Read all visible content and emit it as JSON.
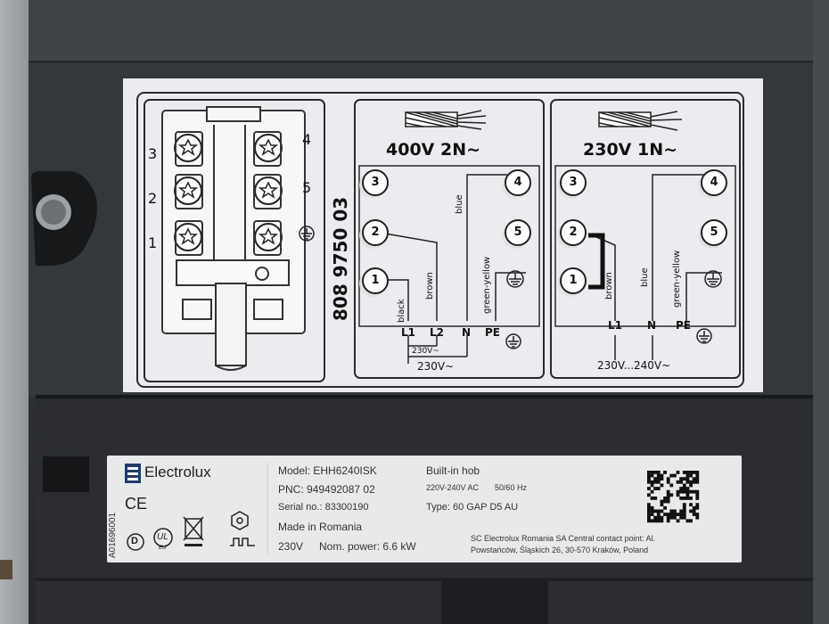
{
  "diagram": {
    "terminal_block": {
      "left_numbers": [
        "3",
        "2",
        "1"
      ],
      "right_numbers": [
        "4",
        "5"
      ]
    },
    "code": "808 9750 03",
    "panel_400v": {
      "title": "400V 2N~",
      "terminals": [
        "3",
        "4",
        "2",
        "5",
        "1"
      ],
      "wires": [
        "black",
        "brown",
        "blue",
        "green-yellow"
      ],
      "lines": [
        "L1",
        "L2",
        "N",
        "PE"
      ],
      "voltage_small": "230V~",
      "voltage": "230V~"
    },
    "panel_230v": {
      "title": "230V 1N~",
      "terminals": [
        "3",
        "4",
        "2",
        "5",
        "1"
      ],
      "wires": [
        "brown",
        "blue",
        "green-yellow"
      ],
      "lines": [
        "L1",
        "N",
        "PE"
      ],
      "voltage": "230V...240V~"
    }
  },
  "rating_label": {
    "brand": "Electrolux",
    "vertical_code": "A01696001",
    "model": "Model: EHH6240ISK",
    "pnc": "PNC: 949492087 02",
    "serial": "Serial no.: 83300190",
    "origin": "Made in Romania",
    "voltage": "230V",
    "power": "Nom. power: 6.6 kW",
    "product": "Built-in hob",
    "supply": "220V-240V AC",
    "frequency": "50/60 Hz",
    "type": "Type: 60 GAP D5 AU",
    "manufacturer_line1": "SC Electrolux Romania SA Central contact point: Al.",
    "manufacturer_line2": "Powstańców, Śląskich 26, 30-570 Kraków, Poland",
    "ce_mark": "CE",
    "d_mark": "D",
    "ul_mark": "UL",
    "ul_sub": "EU"
  }
}
